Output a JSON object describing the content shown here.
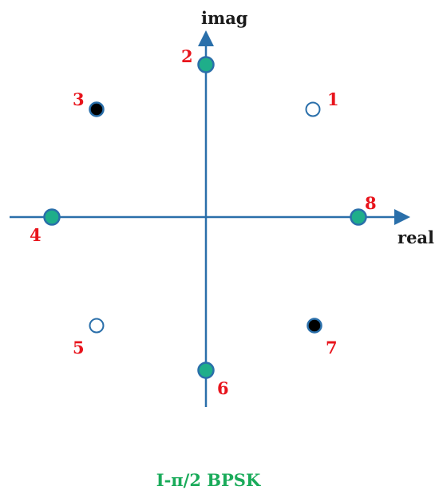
{
  "axes": {
    "x_label": "real",
    "y_label": "imag"
  },
  "caption": "I-π/2 BPSK",
  "points": [
    {
      "label": "1",
      "style": "hollow"
    },
    {
      "label": "2",
      "style": "teal"
    },
    {
      "label": "3",
      "style": "black"
    },
    {
      "label": "4",
      "style": "teal"
    },
    {
      "label": "5",
      "style": "hollow"
    },
    {
      "label": "6",
      "style": "teal"
    },
    {
      "label": "7",
      "style": "black"
    },
    {
      "label": "8",
      "style": "teal"
    }
  ],
  "colors": {
    "axis": "#2a6faa",
    "teal_fill": "#1fae8a",
    "black_fill": "#000000",
    "hollow_fill": "#ffffff",
    "point_outline": "#2a6faa",
    "label": "#e8141c",
    "caption": "#1aab5a"
  }
}
